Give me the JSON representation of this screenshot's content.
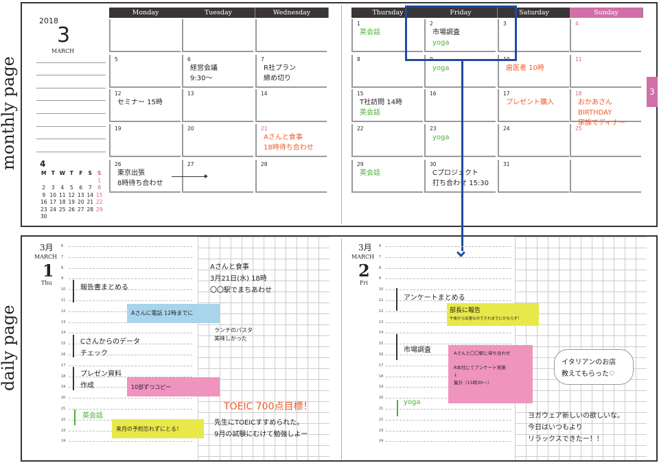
{
  "labels": {
    "monthly": "monthly page",
    "daily": "daily page"
  },
  "colors": {
    "header": "#3a3536",
    "sunday": "#d06fa8",
    "green": "#4cb035",
    "orange": "#f05a28",
    "highlight": "#1f4aa0",
    "sticky_blue": "#a8d4ec",
    "sticky_pink": "#ef93bf",
    "sticky_yellow": "#e8e84a"
  },
  "monthly": {
    "year": "2018",
    "month_num": "3",
    "month_name": "MARCH",
    "tab": "3",
    "weekdays_left": [
      "Monday",
      "Tuesday",
      "Wednesday"
    ],
    "weekdays_right": [
      "Thursday",
      "Friday",
      "Saturday",
      "Sunday"
    ],
    "left_rows": [
      [
        {
          "num": "",
          "ev": []
        },
        {
          "num": "",
          "ev": []
        },
        {
          "num": "",
          "ev": []
        }
      ],
      [
        {
          "num": "5",
          "ev": []
        },
        {
          "num": "6",
          "ev": [
            {
              "t": "経営会議",
              "c": "k"
            },
            {
              "t": "9:30〜",
              "c": "k"
            }
          ]
        },
        {
          "num": "7",
          "ev": [
            {
              "t": "R社プラン",
              "c": "k"
            },
            {
              "t": "締め切り",
              "c": "k"
            }
          ]
        }
      ],
      [
        {
          "num": "12",
          "ev": [
            {
              "t": "セミナー 15時",
              "c": "k"
            }
          ]
        },
        {
          "num": "13",
          "ev": []
        },
        {
          "num": "14",
          "ev": []
        }
      ],
      [
        {
          "num": "19",
          "ev": []
        },
        {
          "num": "20",
          "ev": []
        },
        {
          "num": "21",
          "holiday": true,
          "ev": [
            {
              "t": "Aさんと食事",
              "c": "o"
            },
            {
              "t": "18時待ち合わせ",
              "c": "o"
            }
          ]
        }
      ],
      [
        {
          "num": "26",
          "ev": [
            {
              "t": "東京出張",
              "c": "k"
            },
            {
              "t": "8時待ち合わせ",
              "c": "k"
            }
          ]
        },
        {
          "num": "27",
          "ev": []
        },
        {
          "num": "28",
          "ev": []
        }
      ]
    ],
    "right_rows": [
      [
        {
          "num": "1",
          "ev": [
            {
              "t": "",
              "c": "k"
            },
            {
              "t": "英会話",
              "c": "g"
            }
          ]
        },
        {
          "num": "2",
          "ev": [
            {
              "t": "市場調査",
              "c": "k"
            },
            {
              "t": "yoga",
              "c": "g"
            }
          ]
        },
        {
          "num": "3",
          "ev": []
        },
        {
          "num": "4",
          "holiday": true,
          "ev": []
        }
      ],
      [
        {
          "num": "8",
          "ev": []
        },
        {
          "num": "9",
          "ev": [
            {
              "t": "yoga",
              "c": "g"
            }
          ]
        },
        {
          "num": "10",
          "ev": [
            {
              "t": "歯医者 10時",
              "c": "o"
            }
          ]
        },
        {
          "num": "11",
          "holiday": true,
          "ev": []
        }
      ],
      [
        {
          "num": "15",
          "ev": [
            {
              "t": "T社訪問 14時",
              "c": "k"
            },
            {
              "t": "英会話",
              "c": "g"
            }
          ]
        },
        {
          "num": "16",
          "ev": []
        },
        {
          "num": "17",
          "ev": [
            {
              "t": "プレゼント購入",
              "c": "o"
            }
          ]
        },
        {
          "num": "18",
          "holiday": true,
          "ev": [
            {
              "t": "おかあさん",
              "c": "o"
            },
            {
              "t": "BIRTHDAY",
              "c": "o"
            },
            {
              "t": "家族でディナー",
              "c": "o"
            }
          ]
        }
      ],
      [
        {
          "num": "22",
          "ev": []
        },
        {
          "num": "23",
          "ev": [
            {
              "t": "yoga",
              "c": "g"
            }
          ]
        },
        {
          "num": "24",
          "ev": []
        },
        {
          "num": "25",
          "holiday": true,
          "ev": []
        }
      ],
      [
        {
          "num": "29",
          "ev": [
            {
              "t": "",
              "c": "k"
            },
            {
              "t": "英会話",
              "c": "g"
            }
          ]
        },
        {
          "num": "30",
          "ev": [
            {
              "t": "Cプロジェクト",
              "c": "k"
            },
            {
              "t": "打ち合わせ 15:30",
              "c": "k"
            }
          ]
        },
        {
          "num": "31",
          "ev": []
        },
        {
          "num": "",
          "ev": []
        }
      ]
    ],
    "mini": {
      "month": "4",
      "days": [
        "M",
        "T",
        "W",
        "T",
        "F",
        "S",
        "S"
      ],
      "weeks": [
        [
          "",
          "",
          "",
          "",
          "",
          "",
          "1"
        ],
        [
          "2",
          "3",
          "4",
          "5",
          "6",
          "7",
          "8"
        ],
        [
          "9",
          "10",
          "11",
          "12",
          "13",
          "14",
          "15"
        ],
        [
          "16",
          "17",
          "18",
          "19",
          "20",
          "21",
          "22"
        ],
        [
          "23",
          "24",
          "25",
          "26",
          "27",
          "28",
          "29"
        ],
        [
          "30",
          "",
          "",
          "",
          "",
          "",
          ""
        ]
      ]
    }
  },
  "daily": {
    "hours": [
      "6",
      "7",
      "8",
      "9",
      "10",
      "11",
      "12",
      "13",
      "14",
      "15",
      "16",
      "17",
      "18",
      "19",
      "20",
      "21",
      "22",
      "23",
      "24"
    ],
    "day1": {
      "month": "3月",
      "month_name": "MARCH",
      "day": "1",
      "weekday": "Thu",
      "tasks": [
        "報告書まとめる",
        "Cさんからのデータ",
        "チェック",
        "プレゼン資料",
        "作成",
        "英会話"
      ],
      "stickies": [
        "Aさんに電話 12時までに",
        "10部ずつコピー",
        "来月の予約忘れずにとる！"
      ],
      "notes": [
        "Aさんと食事",
        "3月21日(水) 18時",
        "〇〇駅でまちあわせ",
        "ランチのパスタ",
        "美味しかった",
        "TOEIC 700点目標！",
        "先生にTOEICすすめられた。",
        "9月の試験にむけて勉強しよー"
      ]
    },
    "day2": {
      "month": "3月",
      "month_name": "MARCH",
      "day": "2",
      "weekday": "Fri",
      "tasks": [
        "アンケートまとめる",
        "市場調査",
        "yoga"
      ],
      "sticky_yellow": [
        "部長に報告",
        "午後から出張なのでそれまでにかならず！"
      ],
      "sticky_pink": [
        "Aさんと〇〇駅に待ち合わせ",
        "R本社にてアンケート実施",
        "↓",
        "集計（15時30〜）"
      ],
      "bubble": [
        "イタリアンのお店",
        "教えてもらった♡"
      ],
      "notes": [
        "ヨガウェア新しいの欲しいな。",
        "今日はいつもより",
        "リラックスできたー！！"
      ]
    }
  }
}
